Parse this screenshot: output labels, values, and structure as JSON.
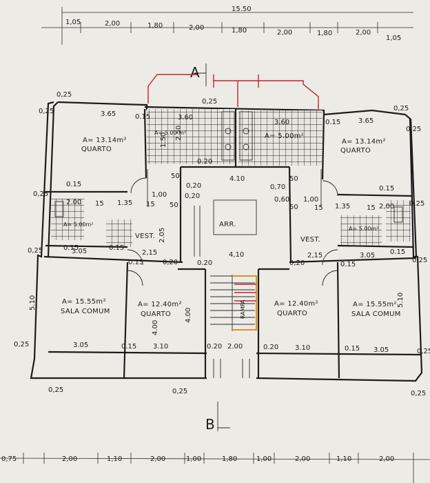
{
  "dimensions": {
    "top_total": "15.50",
    "top_row": [
      "1,05",
      "2,00",
      "1,80",
      "2,00",
      "1,80",
      "2,00",
      "1,80",
      "2,00",
      "1,05"
    ],
    "bottom_row": [
      "0,75",
      "2,00",
      "1,10",
      "2,00",
      "1,00",
      "1,80",
      "1,00",
      "2,00",
      "1,10",
      "2,00"
    ],
    "wall_025": "0,25",
    "wall_015": "0.15",
    "wall_020": "0.20",
    "width_365": "3.65",
    "width_360": "3.60",
    "width_305": "3.05",
    "width_310": "3.10",
    "width_215": "2,15",
    "width_200": "2.00",
    "width_200b": "2,00",
    "width_410": "4.10",
    "width_410b": "4,10",
    "width_135": "1.35",
    "width_100": "1,00",
    "width_050": "50",
    "width_015b": "15",
    "width_060": "0,60",
    "height_510": "5.10",
    "height_400": "4.00",
    "height_250": "2.50",
    "height_205": "2.05",
    "height_020": "0,20",
    "height_070": "0,70",
    "height_150": "1.50"
  },
  "rooms": {
    "quarto_top_left": {
      "area": "A= 13.14m²",
      "name": "QUARTO"
    },
    "quarto_top_right": {
      "area": "A= 13.14m²",
      "name": "QUARTO"
    },
    "kitchen_left": {
      "area": "A= 5.00 m²"
    },
    "kitchen_right": {
      "area": "A= 5.00m²"
    },
    "wc_left": {
      "area": "A= 5.00m²"
    },
    "wc_right": {
      "area": "A= 5.00m²"
    },
    "vest_left": {
      "name": "VEST."
    },
    "vest_right": {
      "name": "VEST."
    },
    "arr": {
      "name": "ARR."
    },
    "sala_left": {
      "area": "A= 15.55m²",
      "name": "SALA COMUM"
    },
    "sala_right": {
      "area": "A= 15.55m²",
      "name": "SALA COMUM"
    },
    "quarto_bottom_left": {
      "area": "A= 12.40m²",
      "name": "QUARTO"
    },
    "quarto_bottom_right": {
      "area": "A= 12.40m²",
      "name": "QUARTO"
    },
    "rampa": {
      "name": "RAMPA"
    }
  },
  "section_markers": {
    "top": "A",
    "bottom": "B"
  },
  "colors": {
    "paper": "#ecebe6",
    "ink": "#1c1c1c",
    "red": "#c8202a",
    "orange": "#e0921e"
  }
}
